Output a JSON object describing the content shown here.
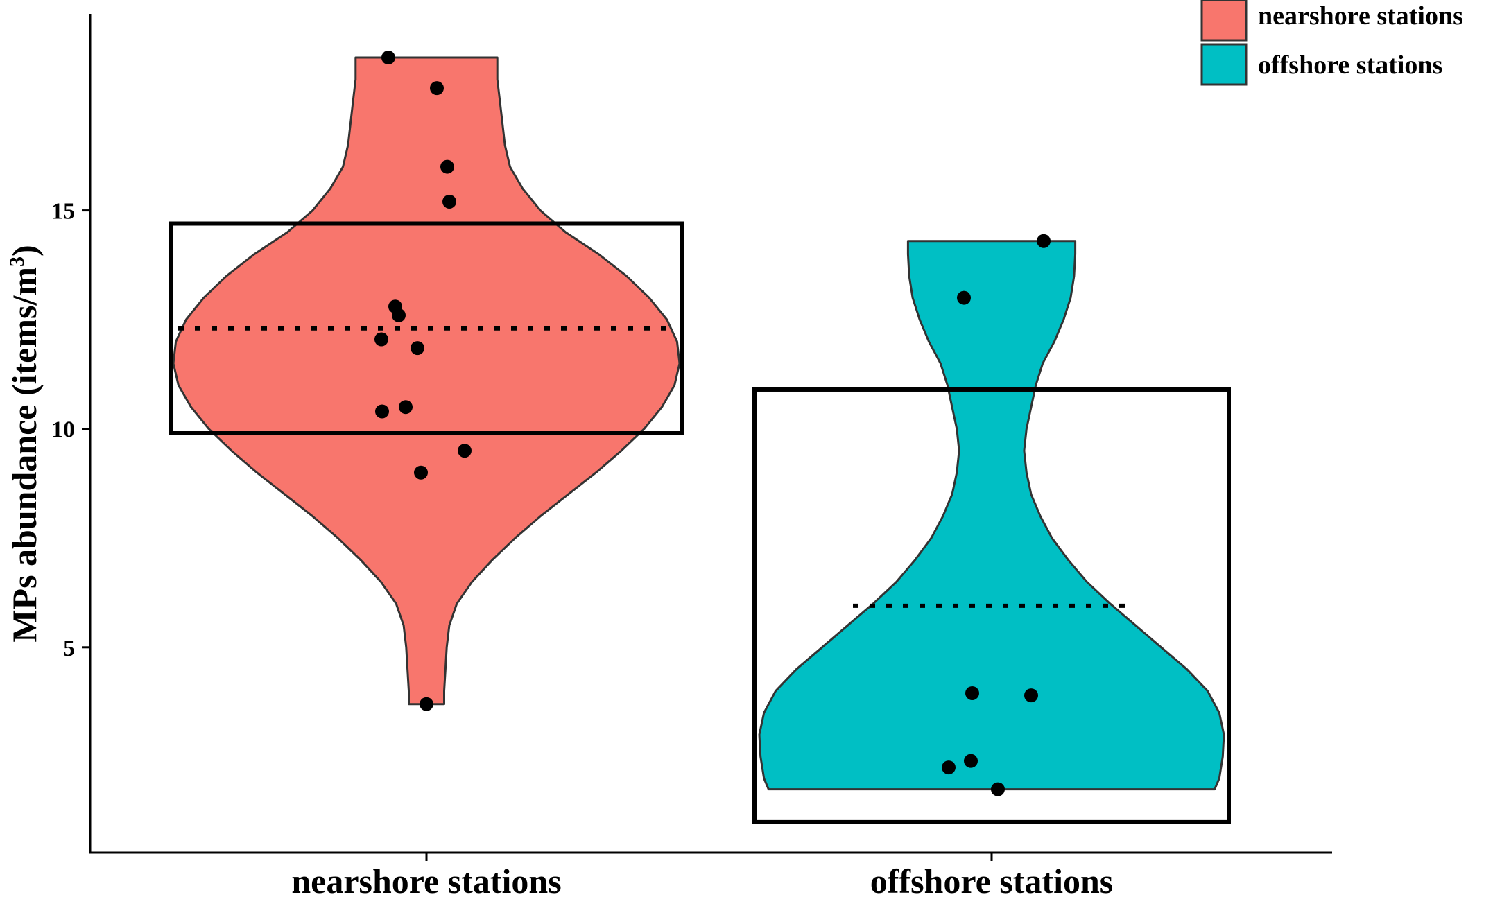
{
  "chart_data": {
    "type": "violin",
    "ylabel_main": "MPs abundance (items/m",
    "ylabel_sup": "3",
    "ylabel_end": ")",
    "ylim": [
      0.3,
      19.5
    ],
    "yticks": [
      5,
      10,
      15
    ],
    "categories": [
      "nearshore stations",
      "offshore stations"
    ],
    "legend": {
      "placement": "top-right",
      "entries": [
        {
          "label": "nearshore stations",
          "color": "#F8766D"
        },
        {
          "label": "offshore stations",
          "color": "#00BFC4"
        }
      ]
    },
    "series": [
      {
        "category": "nearshore stations",
        "color": "#F8766D",
        "points": [
          18.5,
          17.8,
          16.0,
          15.2,
          12.8,
          12.6,
          12.05,
          11.85,
          10.5,
          10.4,
          9.5,
          9.0,
          3.7
        ],
        "box": {
          "low": 9.9,
          "high": 14.7
        },
        "mean": 12.3,
        "density": [
          [
            3.7,
            0.07
          ],
          [
            4.0,
            0.07
          ],
          [
            4.5,
            0.075
          ],
          [
            5.0,
            0.08
          ],
          [
            5.5,
            0.09
          ],
          [
            6.0,
            0.12
          ],
          [
            6.5,
            0.18
          ],
          [
            7.0,
            0.26
          ],
          [
            7.5,
            0.35
          ],
          [
            8.0,
            0.45
          ],
          [
            8.5,
            0.56
          ],
          [
            9.0,
            0.67
          ],
          [
            9.5,
            0.77
          ],
          [
            10.0,
            0.86
          ],
          [
            10.5,
            0.93
          ],
          [
            11.0,
            0.98
          ],
          [
            11.5,
            1.0
          ],
          [
            12.0,
            0.99
          ],
          [
            12.5,
            0.95
          ],
          [
            13.0,
            0.88
          ],
          [
            13.5,
            0.79
          ],
          [
            14.0,
            0.68
          ],
          [
            14.5,
            0.55
          ],
          [
            15.0,
            0.45
          ],
          [
            15.5,
            0.38
          ],
          [
            16.0,
            0.33
          ],
          [
            16.5,
            0.31
          ],
          [
            17.0,
            0.3
          ],
          [
            17.5,
            0.29
          ],
          [
            18.0,
            0.28
          ],
          [
            18.5,
            0.28
          ]
        ]
      },
      {
        "category": "offshore stations",
        "color": "#00BFC4",
        "points": [
          14.3,
          13.0,
          3.95,
          3.9,
          2.4,
          2.25,
          1.75
        ],
        "box": {
          "low": 1.0,
          "high": 10.9
        },
        "mean": 5.95,
        "density": [
          [
            1.75,
            0.96
          ],
          [
            2.0,
            0.98
          ],
          [
            2.5,
            0.995
          ],
          [
            3.0,
            1.0
          ],
          [
            3.5,
            0.98
          ],
          [
            4.0,
            0.93
          ],
          [
            4.5,
            0.84
          ],
          [
            5.0,
            0.73
          ],
          [
            5.5,
            0.62
          ],
          [
            6.0,
            0.51
          ],
          [
            6.5,
            0.41
          ],
          [
            7.0,
            0.33
          ],
          [
            7.5,
            0.26
          ],
          [
            8.0,
            0.21
          ],
          [
            8.5,
            0.17
          ],
          [
            9.0,
            0.15
          ],
          [
            9.5,
            0.14
          ],
          [
            10.0,
            0.15
          ],
          [
            10.5,
            0.17
          ],
          [
            11.0,
            0.19
          ],
          [
            11.5,
            0.22
          ],
          [
            12.0,
            0.27
          ],
          [
            12.5,
            0.31
          ],
          [
            13.0,
            0.34
          ],
          [
            13.5,
            0.355
          ],
          [
            14.0,
            0.36
          ],
          [
            14.3,
            0.36
          ]
        ]
      }
    ]
  }
}
